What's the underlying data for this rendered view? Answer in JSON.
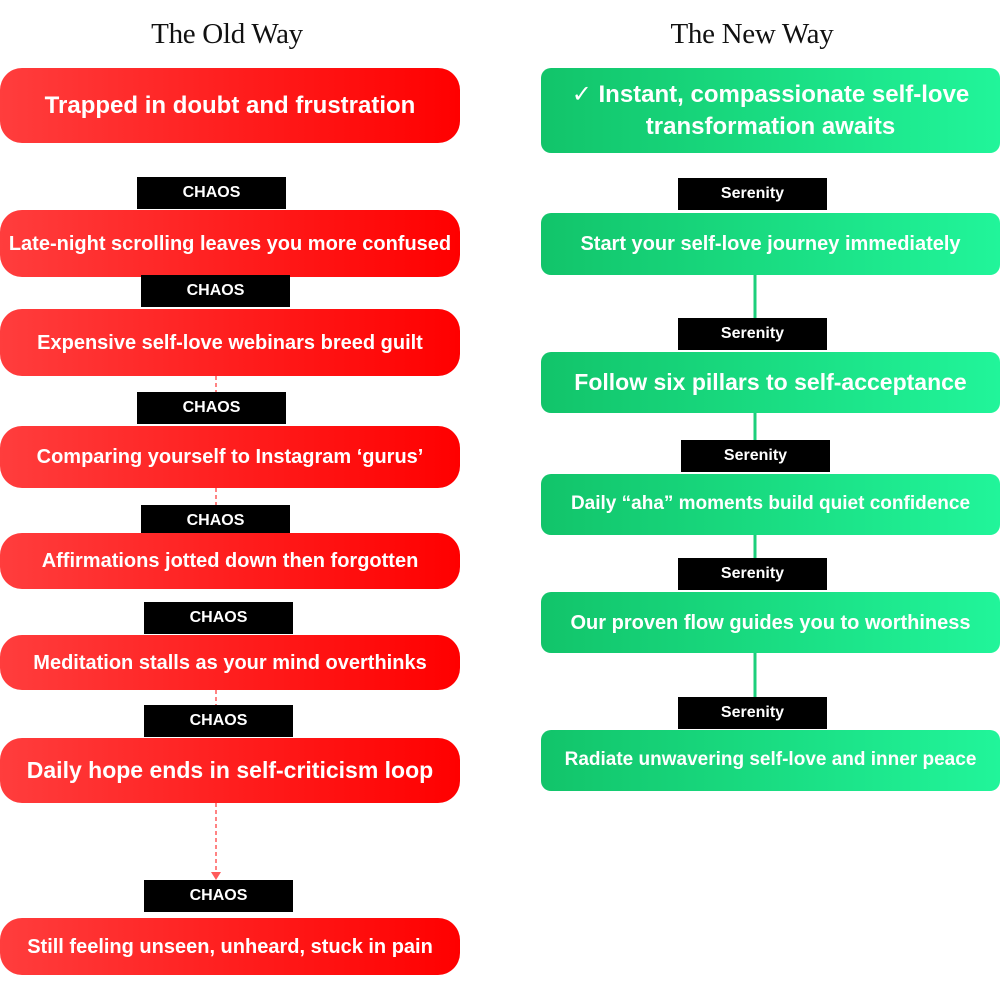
{
  "old_way": {
    "title": "The Old Way",
    "tag_label": "CHAOS",
    "steps": [
      "Trapped in doubt and frustration",
      "Late-night scrolling leaves you more confused",
      "Expensive self-love webinars breed guilt",
      "Comparing yourself to Instagram ‘gurus’",
      "Affirmations jotted down then forgotten",
      "Meditation stalls as your mind overthinks",
      "Daily hope ends in self-criticism loop",
      "Still feeling unseen, unheard, stuck in pain"
    ]
  },
  "new_way": {
    "title": "The New Way",
    "tag_label": "Serenity",
    "steps": [
      "✓ Instant, compassionate self-love transformation awaits",
      "Start your self-love journey immediately",
      "Follow six pillars to self-acceptance",
      "Daily “aha” moments build quiet confidence",
      "Our proven flow guides you to worthiness",
      "Radiate unwavering self-love and inner peace"
    ]
  },
  "colors": {
    "old_box": "#ff1a1a",
    "new_box": "#1ddc86",
    "tag_bg": "#000000",
    "old_connector": "#ff5a5a",
    "new_connector": "#1ccf7b"
  }
}
